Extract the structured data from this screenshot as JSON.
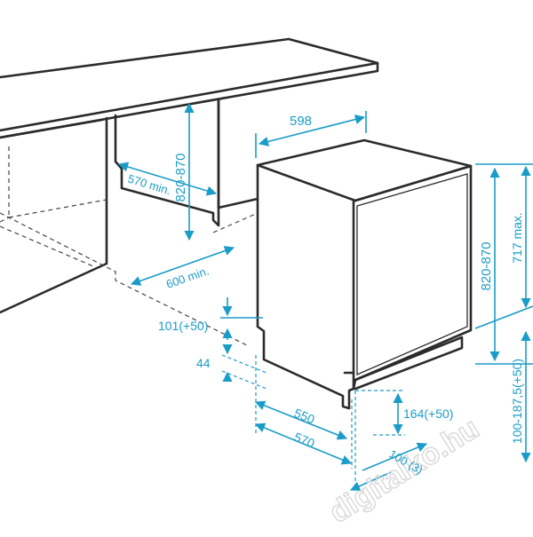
{
  "dimensions": {
    "width_598": "598",
    "height_820_870_top": "820-870",
    "depth_570_min": "570 min.",
    "depth_600_min": "600 min.",
    "height_820_870_side": "820-870",
    "height_717_max": "717 max.",
    "plinth_101": "101(+50)",
    "foot_44": "44",
    "depth_550": "550",
    "depth_570": "570",
    "gap_164": "164(+50)",
    "gap_100": "100 (3)",
    "foot_range": "100-187,5(+50)"
  },
  "watermark": "digitalko.hu",
  "colors": {
    "dimension": "#1a9cc8",
    "outline": "#2b2b2b"
  }
}
